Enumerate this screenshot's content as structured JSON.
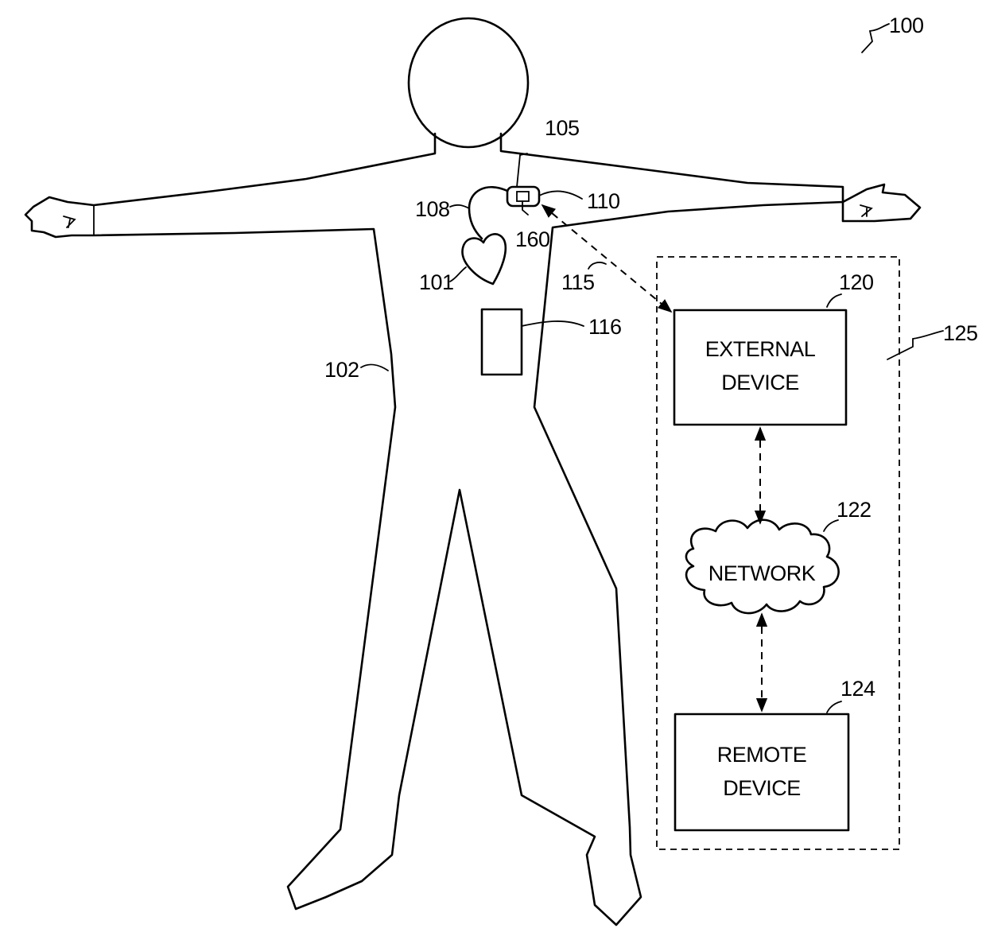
{
  "figure_number": "100",
  "refs": {
    "heart": "101",
    "body": "102",
    "lead_tip": "105",
    "lead": "108",
    "imd": "110",
    "wireless_link": "115",
    "sensor": "116",
    "external_device": "120",
    "network": "122",
    "remote_device": "124",
    "system": "125",
    "circuitry": "160"
  },
  "boxes": {
    "external_device": {
      "line1": "EXTERNAL",
      "line2": "DEVICE"
    },
    "network": {
      "label": "NETWORK"
    },
    "remote_device": {
      "line1": "REMOTE",
      "line2": "DEVICE"
    }
  },
  "colors": {
    "ink": "#000000",
    "paper": "#ffffff"
  }
}
